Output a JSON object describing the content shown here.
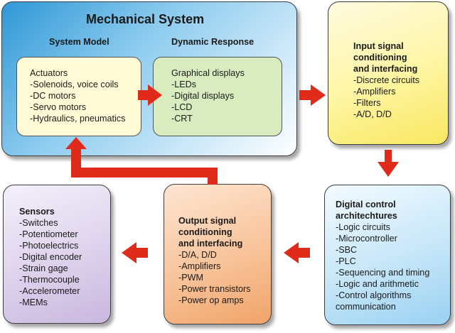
{
  "colors": {
    "arrow": "#e02a1a",
    "outline": "#3d3d3d"
  },
  "mechanical_system": {
    "title": "Mechanical System",
    "system_model_label": "System Model",
    "dynamic_response_label": "Dynamic Response",
    "actuators": [
      "Actuators",
      "-Solenoids, voice coils",
      "-DC motors",
      "-Servo motors",
      "-Hydraulics, pneumatics"
    ],
    "displays": [
      "Graphical displays",
      "-LEDs",
      "-Digital displays",
      "-LCD",
      "-CRT"
    ]
  },
  "input_block": {
    "heading": [
      "Input signal",
      "conditioning",
      "and interfacing"
    ],
    "items": [
      "-Discrete circuits",
      "-Amplifiers",
      "-Filters",
      "-A/D, D/D"
    ]
  },
  "control_block": {
    "heading": [
      "Digital control",
      "architechtures"
    ],
    "items": [
      "-Logic circuits",
      "-Microcontroller",
      "-SBC",
      "-PLC",
      "-Sequencing and timing",
      "-Logic and arithmetic",
      "-Control algorithms",
      "communication"
    ]
  },
  "output_block": {
    "heading": [
      "Output signal",
      "conditioning",
      "and interfacing"
    ],
    "items": [
      "-D/A, D/D",
      "-Amplifiers",
      "-PWM",
      "-Power transistors",
      "-Power op amps"
    ]
  },
  "sensors_block": {
    "heading": [
      "Sensors"
    ],
    "items": [
      "-Switches",
      "-Potentiometer",
      "-Photoelectrics",
      "-Digital encoder",
      "-Strain gage",
      "-Thermocouple",
      "-Accelerometer",
      "-MEMs"
    ]
  }
}
